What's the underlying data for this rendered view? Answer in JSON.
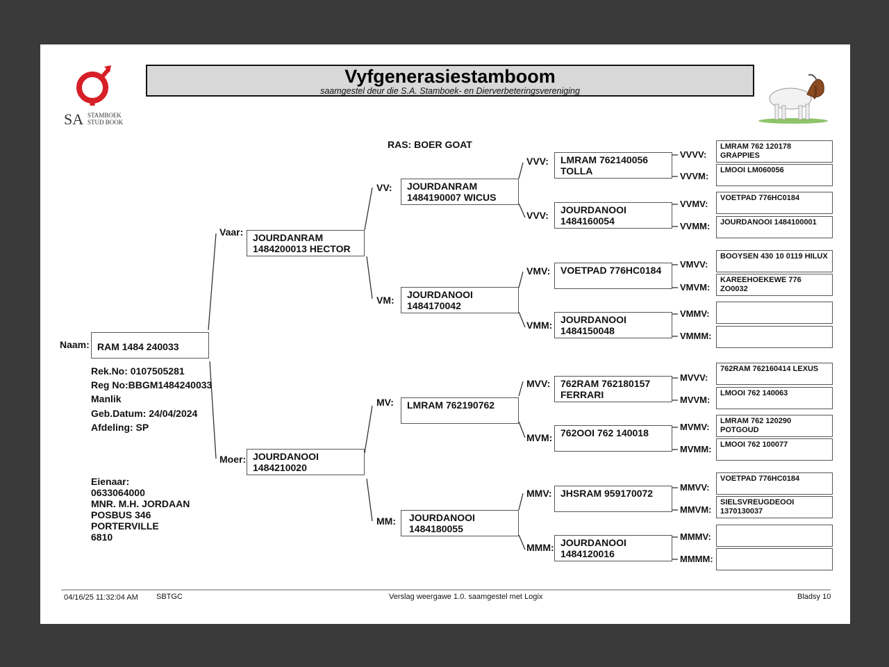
{
  "header": {
    "title": "Vyfgenerasiestamboom",
    "subtitle": "saamgestel deur die S.A. Stamboek- en Dierverbeteringsvereniging",
    "logo_text_sa": "SA",
    "logo_text_line1": "STAMBOEK",
    "logo_text_line2": "STUD BOOK"
  },
  "breed": "RAS: BOER GOAT",
  "animal": {
    "name_label": "Naam:",
    "name": "RAM 1484 240033",
    "details": [
      "Rek.No: 0107505281",
      "Reg No:BBGM1484240033",
      "Manlik",
      "Geb.Datum: 24/04/2024",
      "Afdeling: SP"
    ]
  },
  "owner": {
    "lines": [
      "Eienaar:",
      "0633064000",
      "MNR. M.H. JORDAAN",
      "POSBUS 346",
      "PORTERVILLE",
      "6810"
    ]
  },
  "gen1": [
    {
      "label": "Vaar:",
      "lines": [
        "JOURDANRAM",
        "1484200013 HECTOR"
      ]
    },
    {
      "label": "Moer:",
      "lines": [
        "JOURDANOOI",
        "1484210020"
      ]
    }
  ],
  "gen2": [
    {
      "label": "VV:",
      "lines": [
        "JOURDANRAM",
        "1484190007 WICUS"
      ]
    },
    {
      "label": "VM:",
      "lines": [
        "JOURDANOOI",
        "1484170042"
      ]
    },
    {
      "label": "MV:",
      "lines": [
        "LMRAM 762190762"
      ]
    },
    {
      "label": "MM:",
      "lines": [
        "JOURDANOOI",
        "1484180055"
      ]
    }
  ],
  "gen3": [
    {
      "label": "VVV:",
      "lines": [
        "LMRAM 762140056",
        "TOLLA"
      ]
    },
    {
      "label": "VVV:",
      "lines": [
        "JOURDANOOI",
        "1484160054"
      ]
    },
    {
      "label": "VMV:",
      "lines": [
        "VOETPAD 776HC0184"
      ]
    },
    {
      "label": "VMM:",
      "lines": [
        "JOURDANOOI",
        "1484150048"
      ]
    },
    {
      "label": "MVV:",
      "lines": [
        "762RAM 762180157",
        "FERRARI"
      ]
    },
    {
      "label": "MVM:",
      "lines": [
        "762OOI 762 140018"
      ]
    },
    {
      "label": "MMV:",
      "lines": [
        "JHSRAM 959170072"
      ]
    },
    {
      "label": "MMM:",
      "lines": [
        "JOURDANOOI",
        "1484120016"
      ]
    }
  ],
  "gen4": [
    {
      "label": "VVVV:",
      "lines": [
        "LMRAM 762 120178",
        "GRAPPIES"
      ]
    },
    {
      "label": "VVVM:",
      "lines": [
        "LMOOI LM060056"
      ]
    },
    {
      "label": "VVMV:",
      "lines": [
        "VOETPAD 776HC0184"
      ]
    },
    {
      "label": "VVMM:",
      "lines": [
        "JOURDANOOI 1484100001"
      ]
    },
    {
      "label": "VMVV:",
      "lines": [
        "BOOYSEN 430 10 0119 HILUX"
      ]
    },
    {
      "label": "VMVM:",
      "lines": [
        "KAREEHOEKEWE 776",
        "ZO0032"
      ]
    },
    {
      "label": "VMMV:",
      "lines": []
    },
    {
      "label": "VMMM:",
      "lines": []
    },
    {
      "label": "MVVV:",
      "lines": [
        "762RAM 762160414 LEXUS"
      ]
    },
    {
      "label": "MVVM:",
      "lines": [
        "LMOOI 762 140063"
      ]
    },
    {
      "label": "MVMV:",
      "lines": [
        "LMRAM 762 120290",
        "POTGOUD"
      ]
    },
    {
      "label": "MVMM:",
      "lines": [
        "LMOOI 762 100077"
      ]
    },
    {
      "label": "MMVV:",
      "lines": [
        "VOETPAD 776HC0184"
      ]
    },
    {
      "label": "MMVM:",
      "lines": [
        "SIELSVREUGDEOOI",
        "1370130037"
      ]
    },
    {
      "label": "MMMV:",
      "lines": []
    },
    {
      "label": "MMMM:",
      "lines": []
    }
  ],
  "footer": {
    "datetime": "04/16/25 11:32:04 AM",
    "code": "SBTGC",
    "version": "Verslag weergawe 1.0. saamgestel met Logix",
    "page": "Bladsy 10"
  },
  "colors": {
    "logo_red": "#d61f26",
    "title_bg": "#d8d8d8"
  }
}
